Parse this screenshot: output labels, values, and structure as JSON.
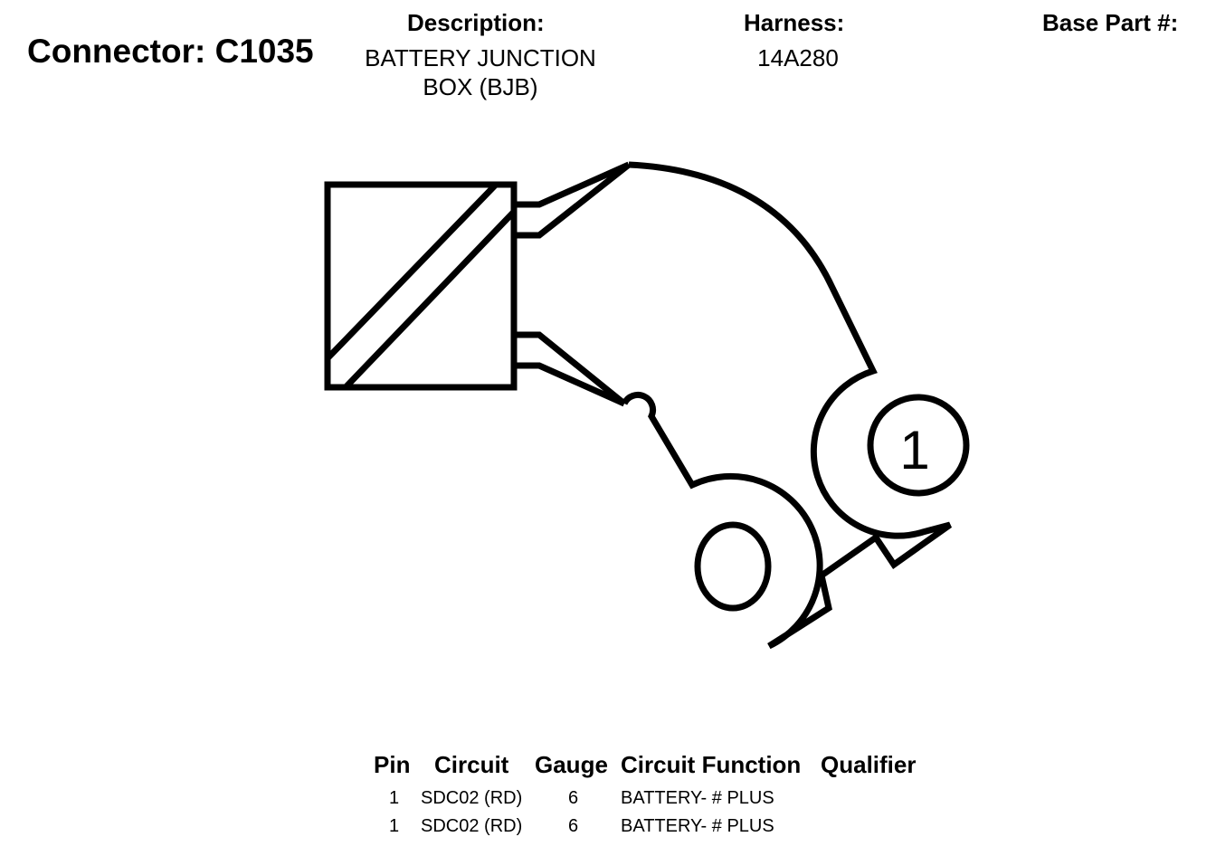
{
  "connector": {
    "title": "Connector: C1035"
  },
  "headers": {
    "description_label": "Description:",
    "description_line1": "BATTERY JUNCTION",
    "description_line2": "BOX (BJB)",
    "harness_label": "Harness:",
    "harness_value": "14A280",
    "base_part_label": "Base Part #:"
  },
  "diagram": {
    "pin_number": "1"
  },
  "table": {
    "columns": [
      "Pin",
      "Circuit",
      "Gauge",
      "Circuit Function",
      "Qualifier"
    ],
    "rows": [
      {
        "pin": "1",
        "circuit": "SDC02 (RD)",
        "gauge": "6",
        "function": "BATTERY- # PLUS"
      },
      {
        "pin": "1",
        "circuit": "SDC02 (RD)",
        "gauge": "6",
        "function": "BATTERY- # PLUS"
      }
    ]
  }
}
